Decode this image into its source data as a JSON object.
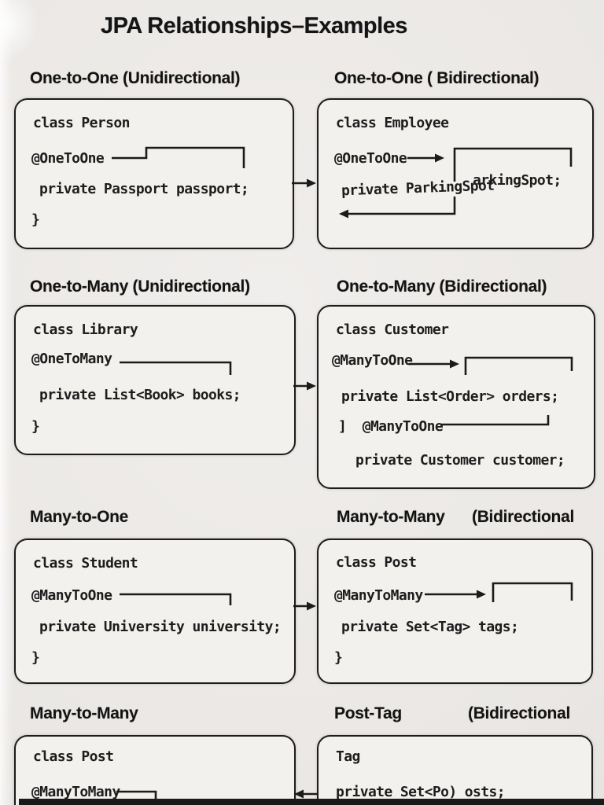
{
  "page": {
    "title": "JPA Relationships–Examples"
  },
  "colors": {
    "ink": "#1b1b1b",
    "background": "#eae7e4",
    "box_fill": "#f3f1ee"
  },
  "sections": [
    {
      "id": "one-to-one-unidirectional",
      "header": "One-to-One (Unidirectional)",
      "code": {
        "l1": "class Person",
        "l2": "@OneToOne",
        "l3": "private Passport passport;",
        "l4": "}"
      }
    },
    {
      "id": "one-to-one-bidirectional",
      "header": "One-to-One ( Bidirectional)",
      "code": {
        "l1": "class Employee",
        "l2": "@OneToOne",
        "l3": "private ParkingSpot",
        "l3b": "arkingSpot;"
      }
    },
    {
      "id": "one-to-many-unidirectional",
      "header": "One-to-Many (Unidirectional)",
      "code": {
        "l1": "class Library",
        "l2": "@OneToMany",
        "l3": "private List<Book> books;",
        "l4": "}"
      }
    },
    {
      "id": "one-to-many-bidirectional",
      "header": "One-to-Many (Bidirectional)",
      "code": {
        "l1": "class Customer",
        "l2": "@ManyToOne",
        "l3": "private List<Order> orders;",
        "l4": "]  @ManyToOne",
        "l5": "private Customer customer;"
      }
    },
    {
      "id": "many-to-one",
      "header": "Many-to-One",
      "code": {
        "l1": "class Student",
        "l2": "@ManyToOne",
        "l3": "private University university;",
        "l4": "}"
      }
    },
    {
      "id": "many-to-many-bidirectional",
      "header": "Many-to-Many",
      "header2": "(Bidirectional",
      "code": {
        "l1": "class Post",
        "l2": "@ManyToMany",
        "l3": "private Set<Tag> tags;",
        "l4": "}"
      }
    },
    {
      "id": "many-to-many",
      "header": "Many-to-Many",
      "code": {
        "l1": "class Post",
        "l2": "@ManyToMany"
      }
    },
    {
      "id": "post-tag-bidirectional",
      "header": "Post-Tag",
      "header2": "(Bidirectional",
      "code": {
        "l1": "Tag",
        "l2": "private Set<Po) osts;"
      }
    }
  ]
}
